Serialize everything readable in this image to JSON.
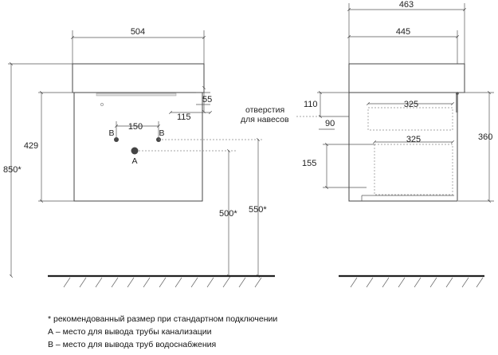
{
  "front_view": {
    "dim_width": "504",
    "dim_55": "55",
    "dim_115": "115",
    "dim_150": "150",
    "dim_429": "429",
    "dim_850": "850*",
    "dim_500": "500*",
    "dim_550": "550*",
    "label_b_left": "B",
    "label_b_right": "B",
    "label_a": "A",
    "callout_line1": "отверстия",
    "callout_line2": "для навесов"
  },
  "side_view": {
    "dim_463": "463",
    "dim_445": "445",
    "dim_110": "110",
    "dim_90": "90",
    "dim_325_top": "325",
    "dim_325_bottom": "325",
    "dim_155": "155",
    "dim_360": "360"
  },
  "notes": [
    "* рекомендованный размер при стандартном подключении",
    "А – место для вывода трубы канализации",
    "В – место для вывода труб водоснабжения"
  ]
}
